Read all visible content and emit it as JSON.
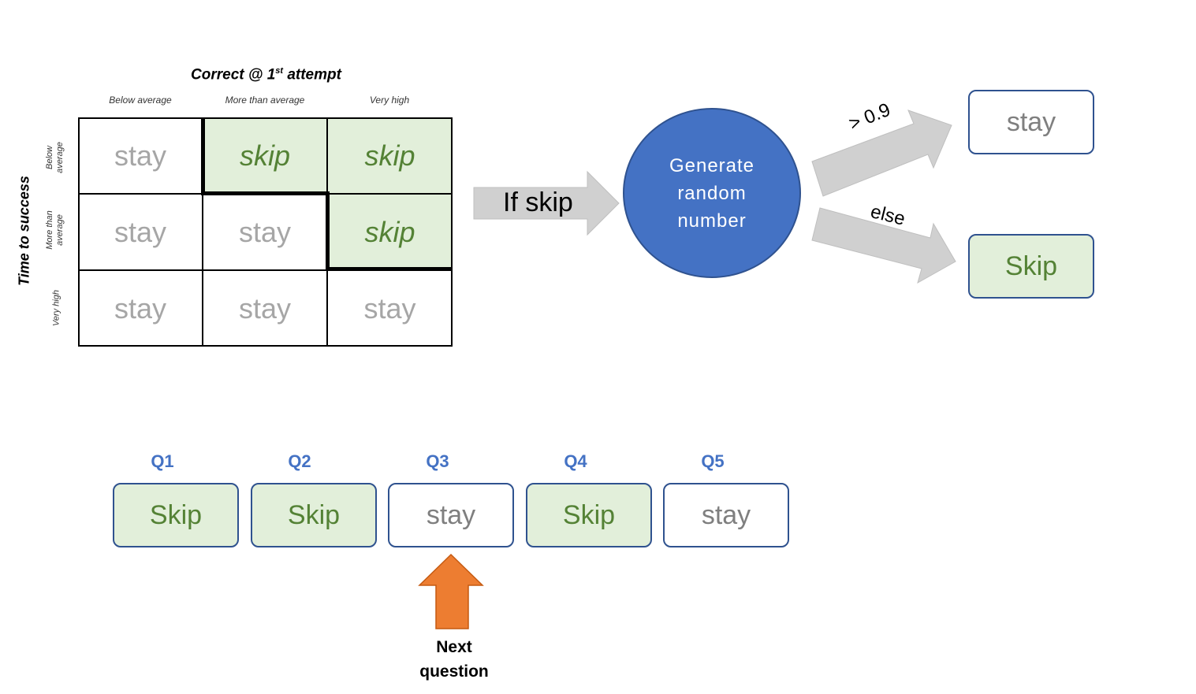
{
  "matrix": {
    "title_main": "Correct @ 1",
    "title_sup": "st",
    "title_rest": " attempt",
    "columns": [
      "Below average",
      "More than average",
      "Very high"
    ],
    "row_axis": "Time to success",
    "rows": [
      {
        "label_l1": "Below",
        "label_l2": "average",
        "cells": [
          "stay",
          "skip",
          "skip"
        ]
      },
      {
        "label_l1": "More than",
        "label_l2": "average",
        "cells": [
          "stay",
          "stay",
          "skip"
        ]
      },
      {
        "label_l1": "Very high",
        "label_l2": "",
        "cells": [
          "stay",
          "stay",
          "stay"
        ]
      }
    ]
  },
  "flow": {
    "if_skip": "If skip",
    "generator": "Generate random number",
    "gt_label": "> 0.9",
    "else_label": "else",
    "outcome_top": "stay",
    "outcome_bottom": "Skip"
  },
  "queue": {
    "questions": [
      {
        "id": "Q1",
        "state": "Skip"
      },
      {
        "id": "Q2",
        "state": "Skip"
      },
      {
        "id": "Q3",
        "state": "stay"
      },
      {
        "id": "Q4",
        "state": "Skip"
      },
      {
        "id": "Q5",
        "state": "stay"
      }
    ],
    "pointer_label": "Next question"
  },
  "colors": {
    "skip_fill": "#e2efda",
    "skip_text": "#548235",
    "stay_text": "#a6a6a6",
    "box_border": "#2f528f",
    "circle_fill": "#4472c4",
    "q_label": "#4472c4",
    "arrow_gray": "#d0d0d0",
    "pointer_orange": "#ed7d31"
  }
}
